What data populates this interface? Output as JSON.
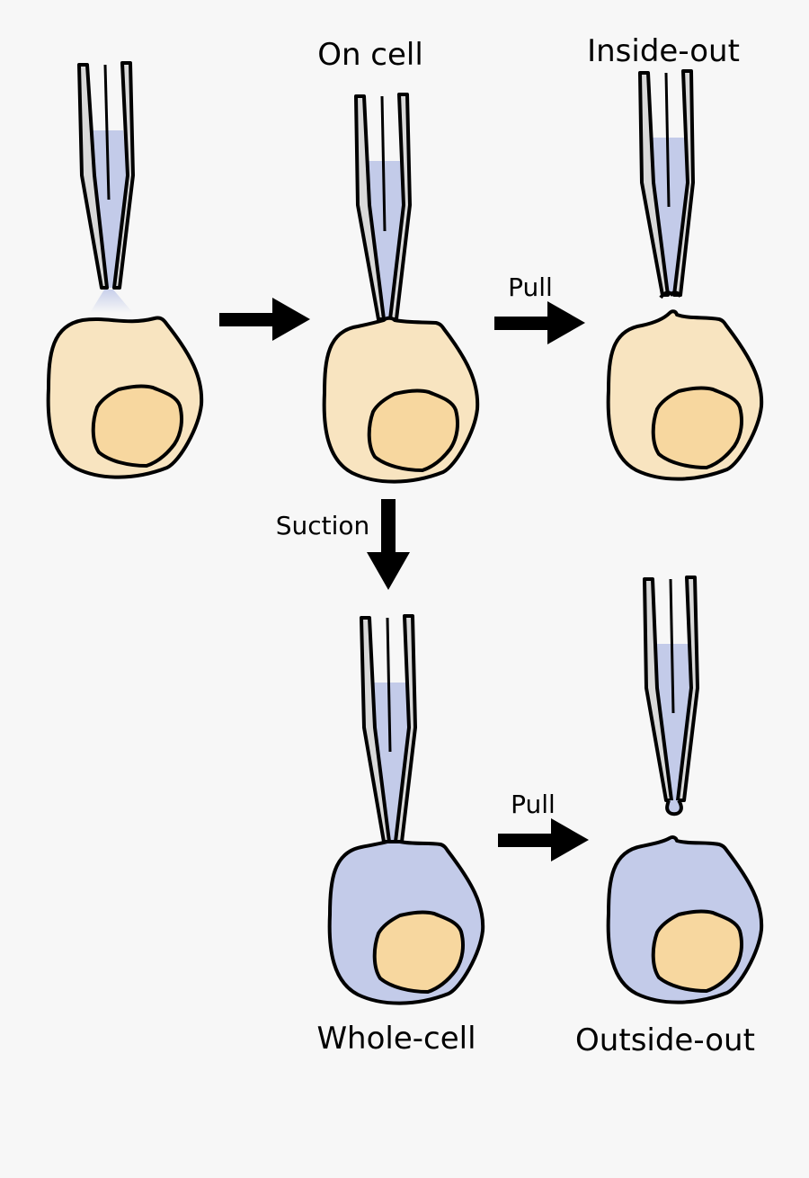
{
  "labels": {
    "on_cell": "On cell",
    "inside_out": "Inside-out",
    "whole_cell": "Whole-cell",
    "outside_out": "Outside-out",
    "pull_top": "Pull",
    "pull_bottom": "Pull",
    "suction": "Suction"
  },
  "colors": {
    "background": "#f7f7f7",
    "cytoplasm": "#f8e4c0",
    "nucleus": "#f7d79f",
    "pipette_solution": "#c3cbe9",
    "pipette_glass": "#d9d9d9",
    "outline": "#000000"
  }
}
